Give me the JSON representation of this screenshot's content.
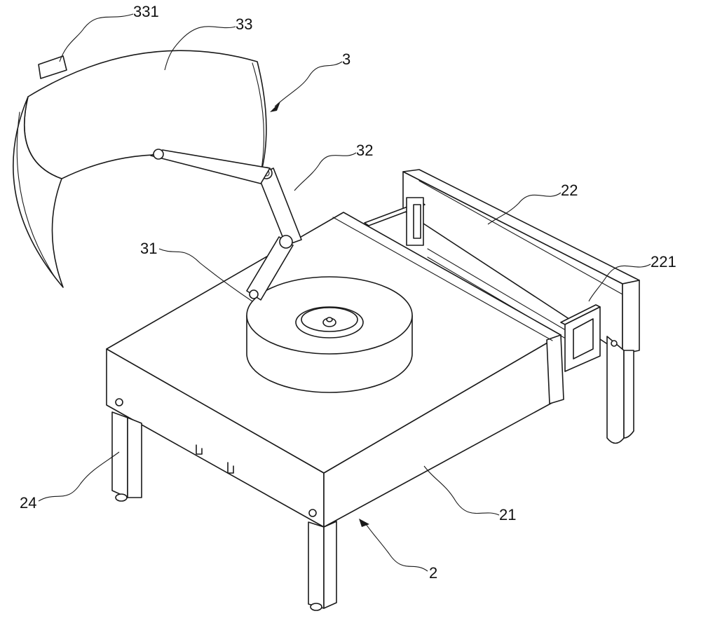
{
  "labels": {
    "l331": "331",
    "l33": "33",
    "l3": "3",
    "l32": "32",
    "l22": "22",
    "l221": "221",
    "l31": "31",
    "l24": "24",
    "l21": "21",
    "l2": "2"
  }
}
